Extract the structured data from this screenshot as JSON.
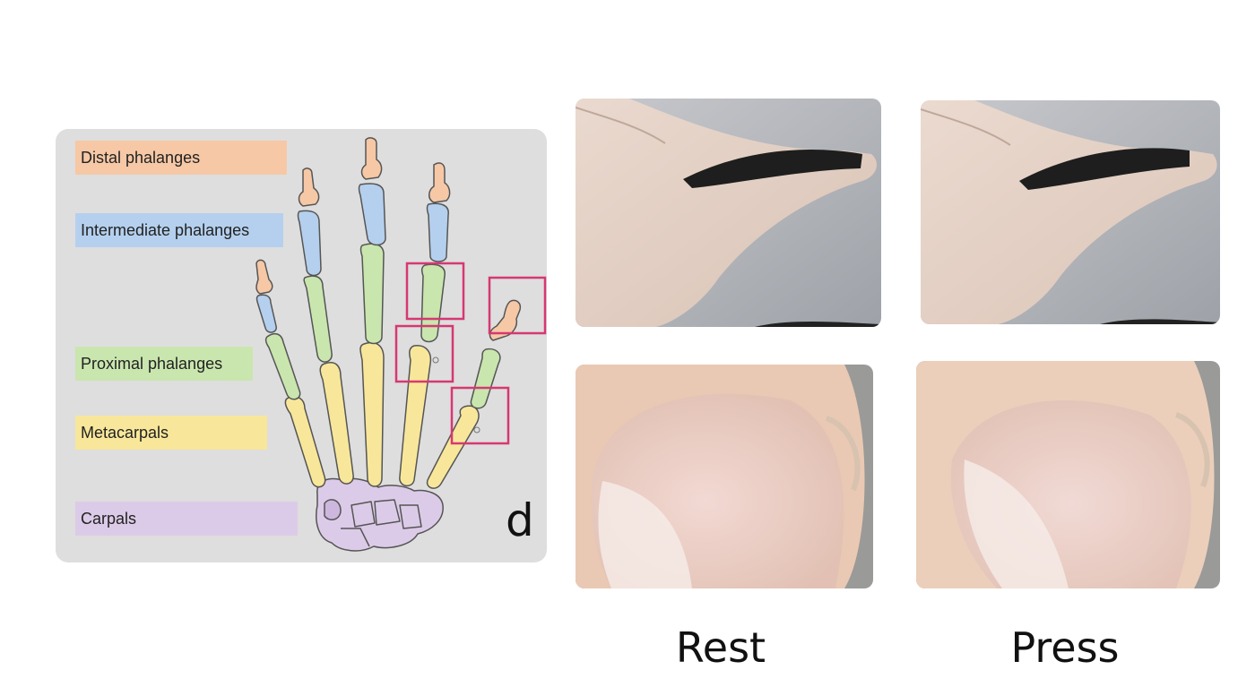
{
  "legend": {
    "distal": "Distal phalanges",
    "intermediate": "Intermediate phalanges",
    "proximal": "Proximal phalanges",
    "metacarpals": "Metacarpals",
    "carpals": "Carpals"
  },
  "colors": {
    "distal": "#f6c8a6",
    "intermediate": "#b5d0ee",
    "proximal": "#c9e6ae",
    "metacarpals": "#f8e79a",
    "carpals": "#dccbe8",
    "highlight": "#d63872"
  },
  "panel_letter": "d",
  "captions": {
    "rest": "Rest",
    "press": "Press"
  }
}
